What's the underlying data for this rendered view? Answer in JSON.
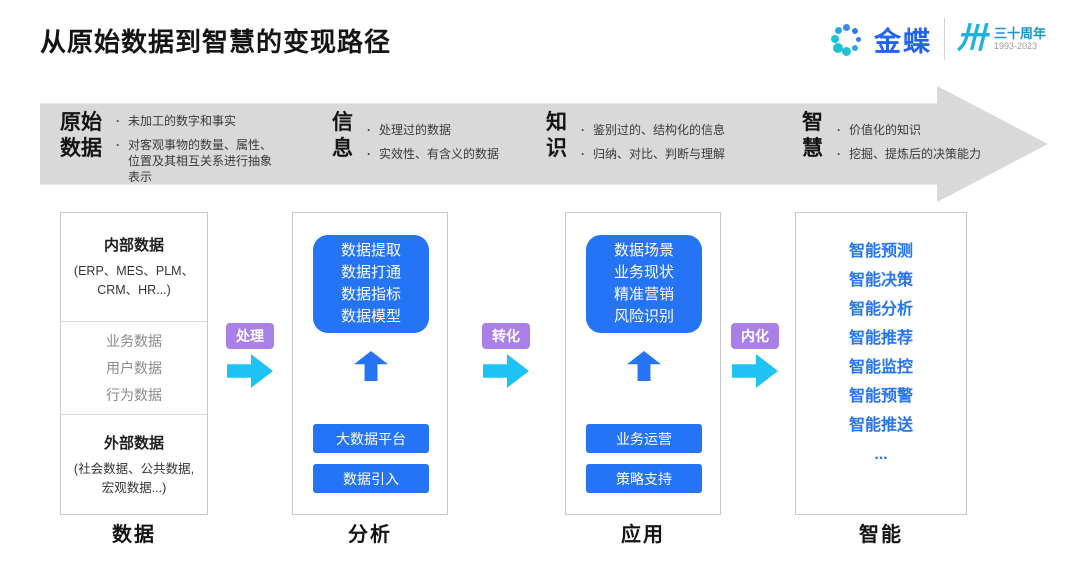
{
  "title": "从原始数据到智慧的变现路径",
  "logo": {
    "brand": "金蝶",
    "anniversary_glyph": "卅",
    "anniversary": "三十周年",
    "years": "1993-2023"
  },
  "banner": {
    "bullet": "·",
    "stages": [
      {
        "label": "原始\n数据",
        "point1": "未加工的数字和事实",
        "point2": "对客观事物的数量、属性、位置及其相互关系进行抽象表示"
      },
      {
        "label": "信\n息",
        "point1": "处理过的数据",
        "point2": "实效性、有含义的数据"
      },
      {
        "label": "知\n识",
        "point1": "鉴别过的、结构化的信息",
        "point2": "归纳、对比、判断与理解"
      },
      {
        "label": "智\n慧",
        "point1": "价值化的知识",
        "point2": "挖掘、提炼后的决策能力"
      }
    ]
  },
  "data_column": {
    "internal_title": "内部数据",
    "internal_detail": "(ERP、MES、PLM、CRM、HR...)",
    "middle_items": [
      "业务数据",
      "用户数据",
      "行为数据"
    ],
    "external_title": "外部数据",
    "external_detail": "(社会数据、公共数据, 宏观数据...)"
  },
  "analysis_column": {
    "main_lines": [
      "数据提取",
      "数据打通",
      "数据指标",
      "数据模型"
    ],
    "boxes": [
      "大数据平台",
      "数据引入"
    ]
  },
  "application_column": {
    "main_lines": [
      "数据场景",
      "业务现状",
      "精准营销",
      "风险识别"
    ],
    "boxes": [
      "业务运营",
      "策略支持"
    ]
  },
  "intelligence_column": {
    "items": [
      "智能预测",
      "智能决策",
      "智能分析",
      "智能推荐",
      "智能监控",
      "智能预警",
      "智能推送",
      "..."
    ]
  },
  "connectors": [
    {
      "label": "处理"
    },
    {
      "label": "转化"
    },
    {
      "label": "内化"
    }
  ],
  "footer": {
    "labels": [
      "数据",
      "分析",
      "应用",
      "智能"
    ]
  },
  "colors": {
    "blue": "#2574f5",
    "cyan": "#1ec2f3",
    "purple": "#aa80e8",
    "banner_gray": "#d9d9d9"
  }
}
